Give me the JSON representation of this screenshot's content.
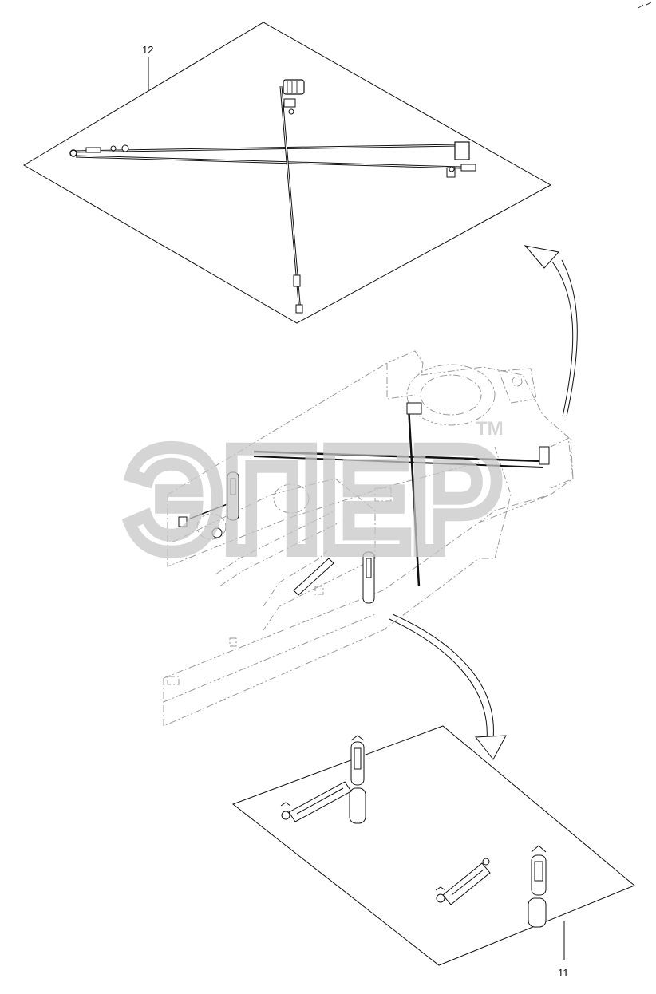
{
  "callouts": {
    "top_panel": "12",
    "bottom_panel": "11"
  },
  "watermark": {
    "text": "ЭПЕР",
    "mark": "TM"
  },
  "colors": {
    "line": "#111111",
    "frame": "#9a9a9a",
    "watermark": "#c8c8c8"
  }
}
